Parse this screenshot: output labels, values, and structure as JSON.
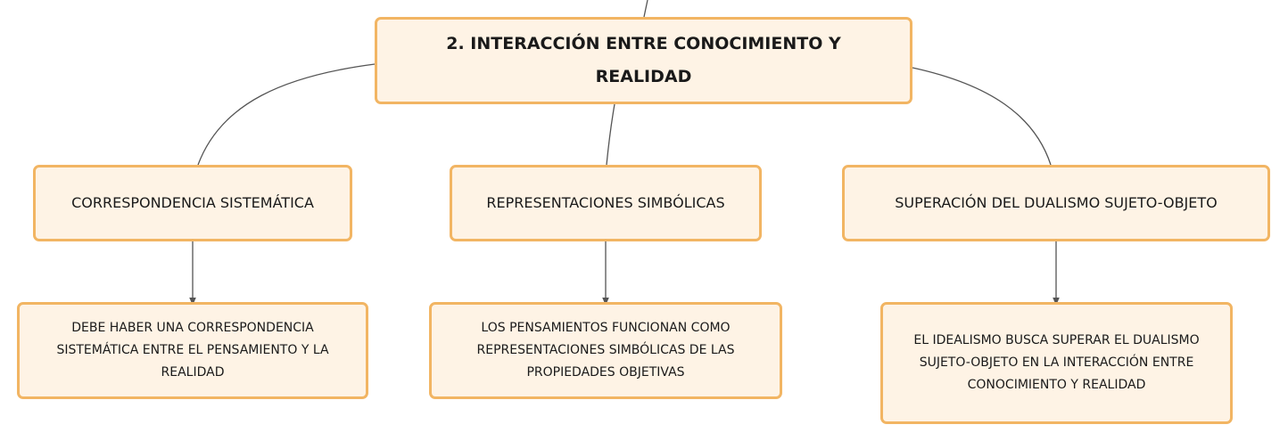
{
  "root": {
    "label": "2. INTERACCIÓN ENTRE CONOCIMIENTO Y REALIDAD"
  },
  "branches": [
    {
      "label": "CORRESPONDENCIA SISTEMÁTICA",
      "detail": "DEBE HABER UNA CORRESPONDENCIA SISTEMÁTICA ENTRE EL PENSAMIENTO Y LA REALIDAD"
    },
    {
      "label": "REPRESENTACIONES SIMBÓLICAS",
      "detail": "LOS PENSAMIENTOS FUNCIONAN COMO REPRESENTACIONES SIMBÓLICAS DE LAS PROPIEDADES OBJETIVAS"
    },
    {
      "label": "SUPERACIÓN DEL DUALISMO SUJETO-OBJETO",
      "detail": "EL IDEALISMO BUSCA SUPERAR EL DUALISMO SUJETO-OBJETO EN LA INTERACCIÓN ENTRE CONOCIMIENTO Y REALIDAD"
    }
  ],
  "colors": {
    "node_fill": "#fef3e5",
    "node_border": "#f2b563",
    "connector": "#555555",
    "text": "#1a1a1a"
  }
}
